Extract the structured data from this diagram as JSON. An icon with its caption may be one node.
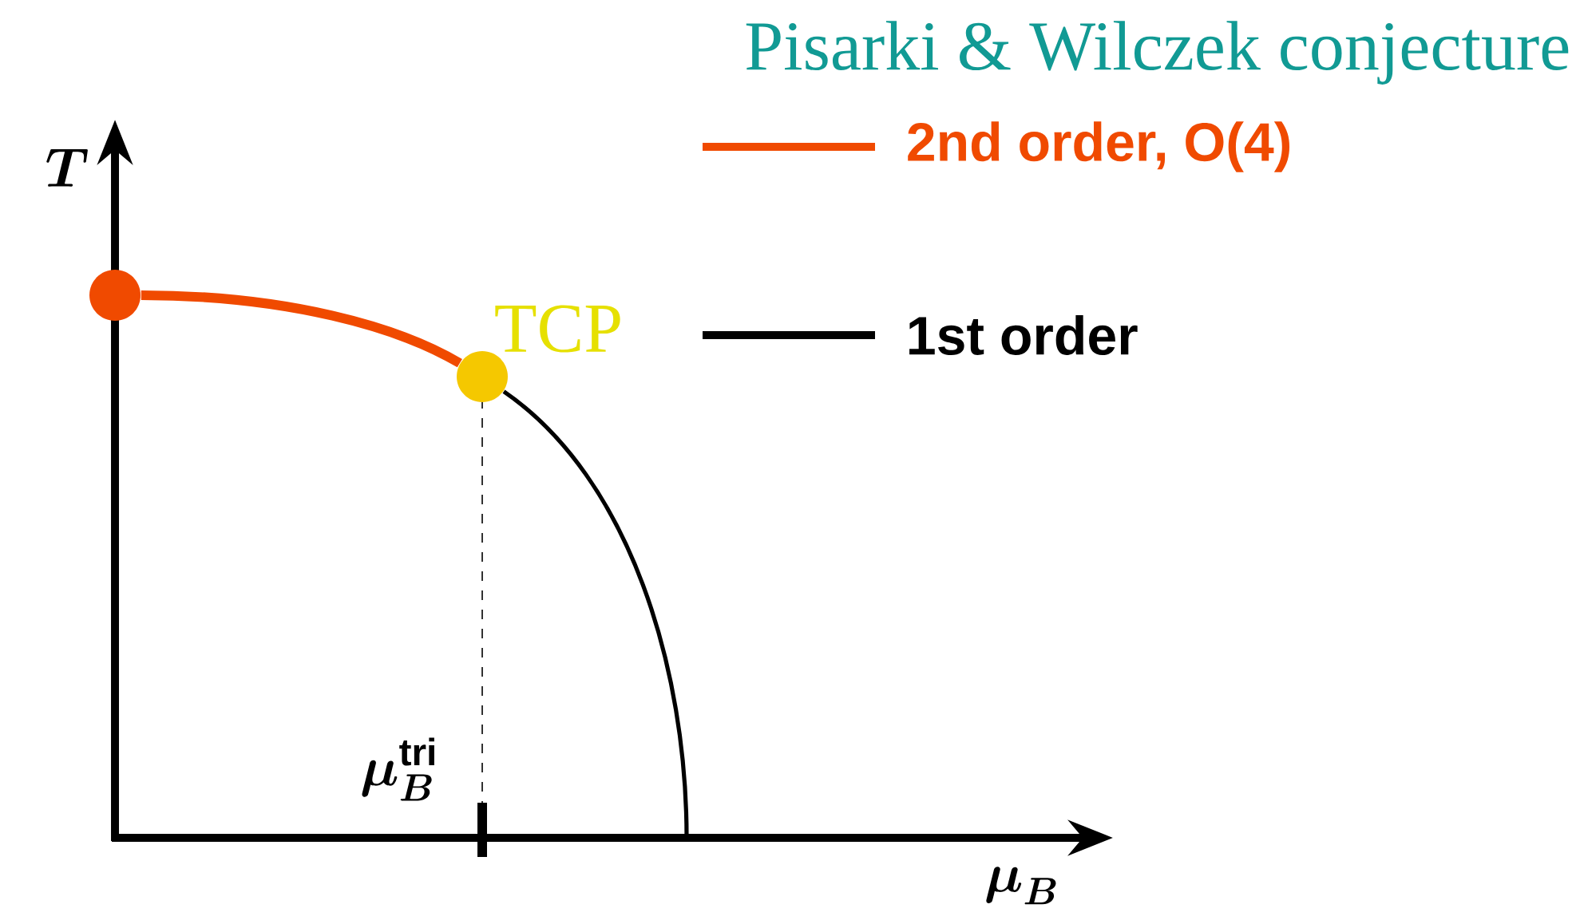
{
  "diagram": {
    "title": "Pisarki & Wilczek conjecture",
    "nodes": [
      {
        "text": [],
        "shape": "circle"
      },
      {
        "text": [],
        "shape": "circle",
        "beside": [
          "TCP"
        ]
      }
    ],
    "edges": [
      {
        "from": 0,
        "to": 1,
        "arrow": "none",
        "style": "thick",
        "color": "#f04a00"
      },
      {
        "from": 1,
        "to": null,
        "arrow": "none",
        "color": "#000000"
      }
    ],
    "labels": [
      "\\boldsymbol{T}",
      "\\boldsymbol{\\mu}_{\\boldsymbol{B}}^{\\mathbf{tri}}",
      "\\boldsymbol{\\mu}_{\\boldsymbol{B}}"
    ],
    "legend": [
      {
        "text": "2nd order, O(4)"
      },
      {
        "text": "1st order"
      }
    ]
  }
}
